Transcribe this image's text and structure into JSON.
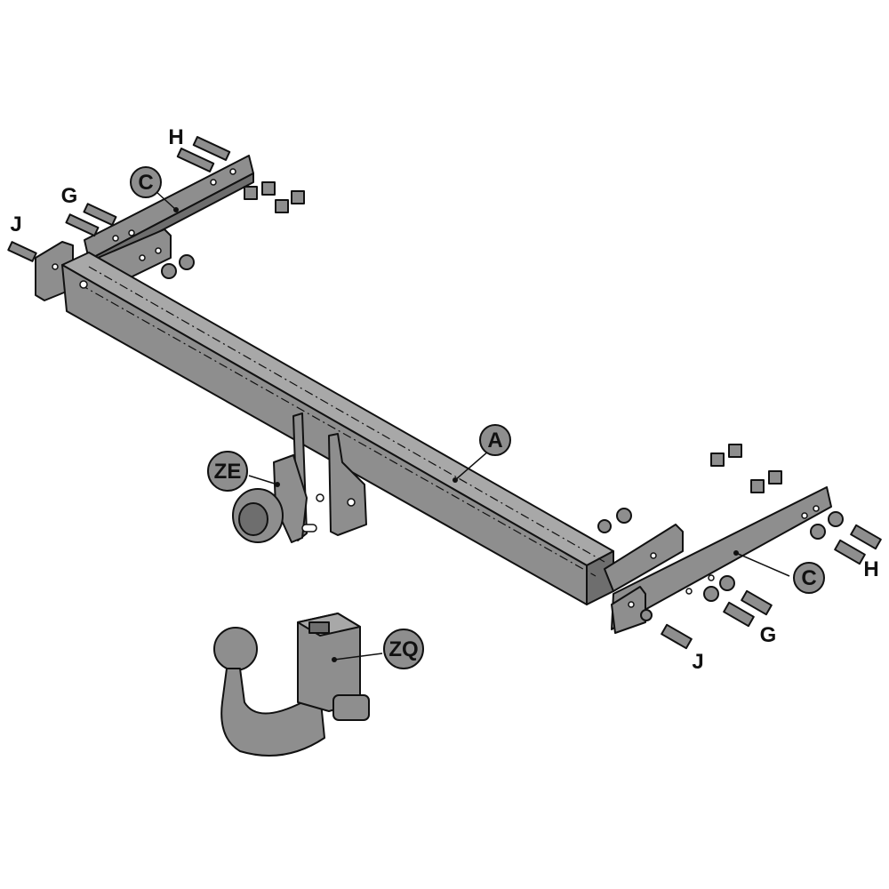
{
  "labels": {
    "A": "A",
    "C_left": "C",
    "C_right": "C",
    "G_left": "G",
    "G_right": "G",
    "H_left": "H",
    "H_right": "H",
    "J_left": "J",
    "J_right": "J",
    "ZE": "ZE",
    "ZQ": "ZQ"
  }
}
